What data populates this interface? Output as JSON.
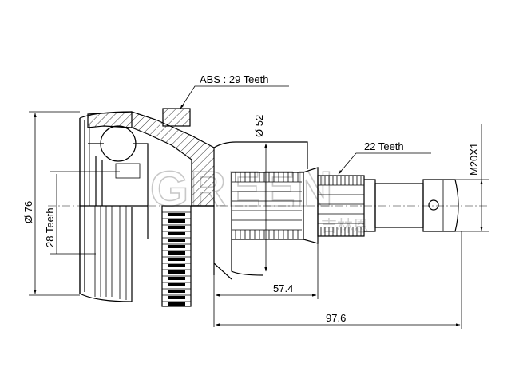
{
  "labels": {
    "abs": "ABS : 29 Teeth",
    "outer_diameter": "Ø 76",
    "inner_teeth": "28 Teeth",
    "shaft_diameter": "Ø 52",
    "shaft_teeth": "22 Teeth",
    "thread": "M20X1",
    "length_short": "57.4",
    "length_total": "97.6"
  },
  "watermark": {
    "brand": "GREEN",
    "subtitle": "吉林恩"
  },
  "colors": {
    "line": "#000000",
    "watermark": "#c8c8c8",
    "background": "#ffffff"
  }
}
